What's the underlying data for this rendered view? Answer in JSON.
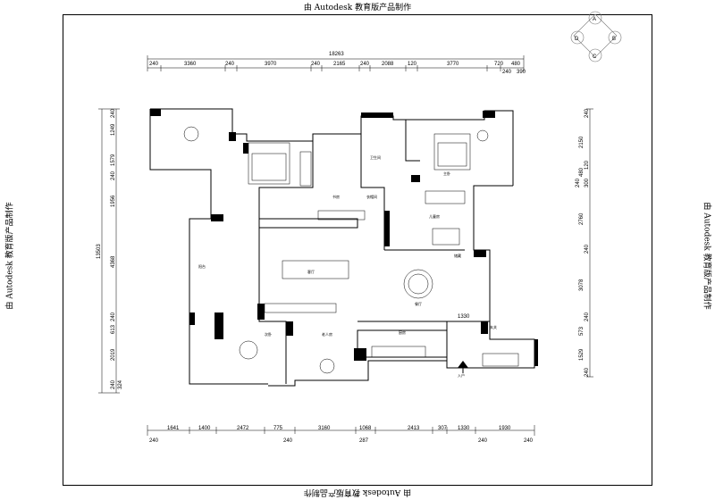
{
  "watermark": {
    "top": "由 Autodesk 教育版产品制作",
    "bottom": "由 Autodesk 教育版产品制作",
    "left": "由 Autodesk 教育版产品制作",
    "right": "由 Autodesk 教育版产品制作"
  },
  "compass": [
    "A",
    "B",
    "C",
    "D"
  ],
  "top_dims": {
    "total": "18263",
    "segments": [
      "240",
      "3360",
      "240",
      "3970",
      "240",
      "2165",
      "240",
      "2088",
      "120",
      "3770",
      "720",
      "480"
    ],
    "extra": [
      "240",
      "390"
    ]
  },
  "bottom_dims": {
    "row1": [
      "1641",
      "1400",
      "2472",
      "775",
      "3160",
      "1068",
      "2413",
      "307",
      "1330",
      "1930"
    ],
    "row2": [
      "240",
      "240",
      "287",
      "240",
      "240"
    ]
  },
  "left_dims": {
    "total": "13503",
    "segments": [
      "240",
      "1249",
      "1579",
      "240",
      "1956",
      "4368",
      "240",
      "613",
      "2019",
      "240",
      "324"
    ]
  },
  "right_dims": {
    "segments": [
      "240",
      "2150",
      "120",
      "300",
      "240",
      "2760",
      "240",
      "3078",
      "240",
      "573",
      "1529",
      "240"
    ],
    "extra": [
      "480",
      "1330"
    ]
  },
  "room_labels": [
    "主卧",
    "卫生间",
    "书房",
    "客厅",
    "餐厅",
    "厨房",
    "入户",
    "阳台",
    "衣帽间",
    "儿童房",
    "老人房",
    "次卧",
    "储藏",
    "玄关"
  ]
}
